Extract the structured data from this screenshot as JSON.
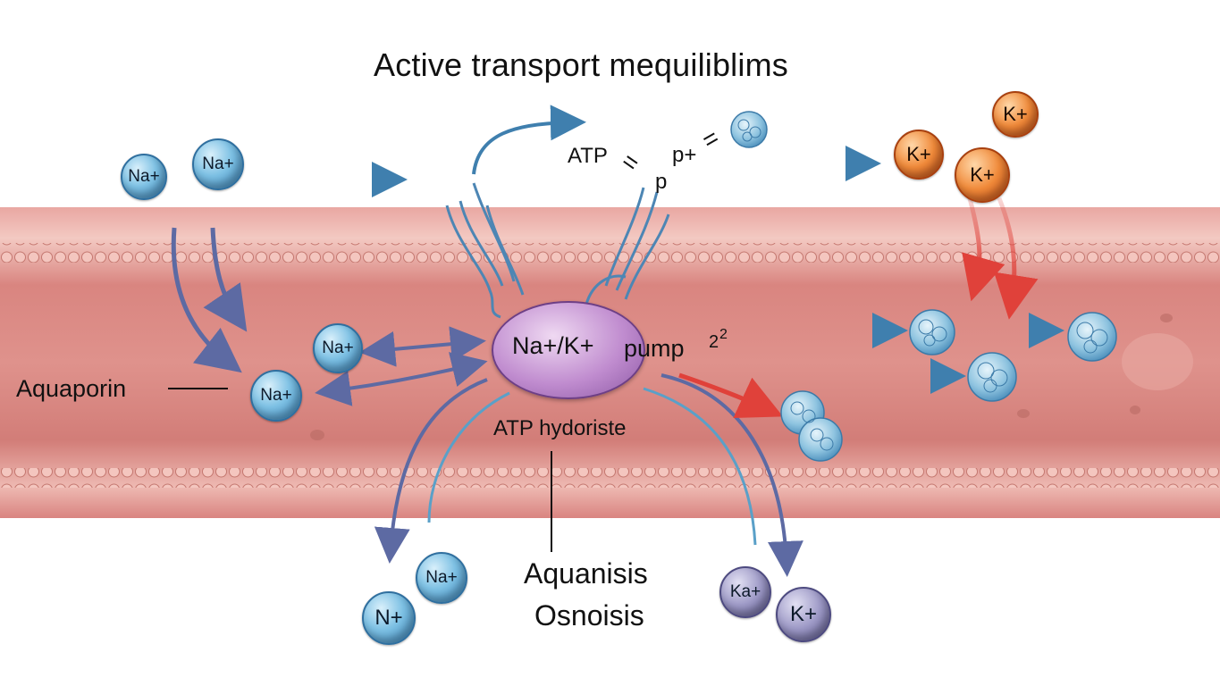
{
  "title": "Active transport mequiliblims",
  "labels": {
    "aquaporin": "Aquaporin",
    "atp_top": "ATP",
    "p_plus": "p+",
    "p_small": "p",
    "pump": "Na+/K+",
    "pump_word": "pump",
    "pump_sup": "2",
    "atp_hydro": "ATP hydoriste",
    "aquanisis": "Aquanisis",
    "osnoisis": "Osnoisis"
  },
  "ions": {
    "na_top_left_1": "Na+",
    "na_top_left_2": "Na+",
    "na_mid_1": "Na+",
    "na_mid_2": "Na+",
    "na_bottom": "Na+",
    "n_bottom": "N+",
    "k_top_1": "K+",
    "k_top_2": "K+",
    "k_top_3": "K+",
    "ka_bottom": "Ka+",
    "k_bottom": "K+"
  },
  "colors": {
    "membrane": "#dc8e8a",
    "membrane_light": "#f1c4bd",
    "sodium": "#5fa8d6",
    "potassium": "#e8743a",
    "arrow_blue": "#3f7fae",
    "arrow_red": "#e0413a",
    "arrow_purple": "#5d6aa3",
    "pump": "#b07cc6"
  }
}
